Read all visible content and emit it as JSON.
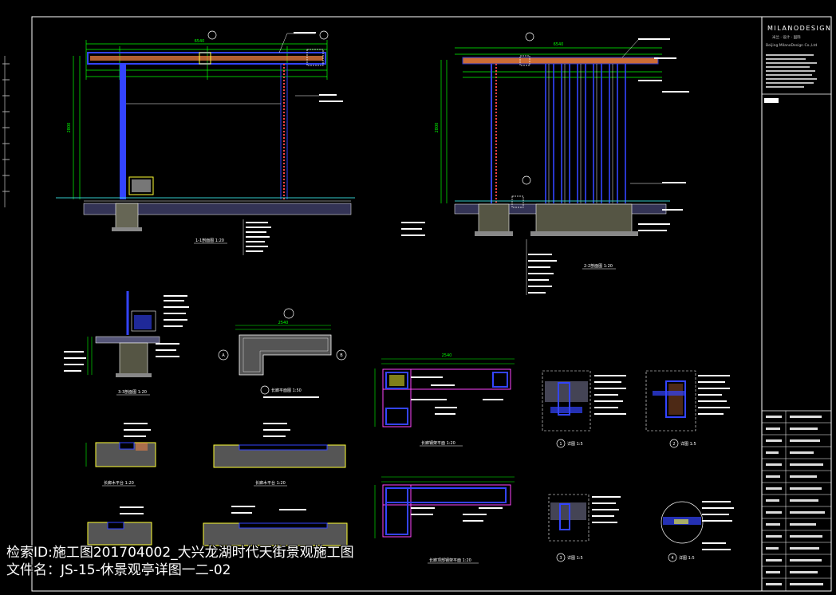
{
  "title_block": {
    "brand": "MILANODESIGN",
    "brand_sub": "米兰 · 设计 · 国际",
    "company": "Beijing MilanoDesign Co.,Ltd"
  },
  "views": {
    "elevation_1": "1-1剖面图 1:20",
    "elevation_2": "2-2剖面图 1:20",
    "section_3": "3-3剖面图 1:20",
    "plan_a": "长廊平面图 1:50",
    "plan_b": "长廊木平台 1:20",
    "plan_c": "长廊木平台 1:20",
    "frame_plan": "长廊钢架平面 1:20",
    "frame_plan_2": "长廊顶部钢架平面 1:20",
    "detail_1": "详图 1:5",
    "detail_2": "详图 1:5",
    "detail_3": "详图 1:5",
    "detail_4": "详图 1:5"
  },
  "dims": {
    "top_total": "6540",
    "top_total_2": "6540",
    "plan_len": "2540",
    "frame_len": "2540",
    "height_1": "2800",
    "height_2": "2800"
  },
  "marks": {
    "m1": "1",
    "m2": "2",
    "m3": "3",
    "m4": "4",
    "m_a": "A",
    "m_b": "B"
  },
  "watermark": {
    "line1": "检索ID:施工图201704002_大兴龙湖时代天街景观施工图",
    "line2": "文件名：JS-15-休景观亭详图一二-02"
  },
  "colors": {
    "background": "#000000",
    "frame": "#ffffff",
    "dim": "#00ff00",
    "steel": "#3344ff",
    "wood": "#ff8844",
    "annot": "#ffffff",
    "yellow": "#ffff33",
    "cyan": "#33cccc",
    "magenta": "#ff44ff"
  }
}
